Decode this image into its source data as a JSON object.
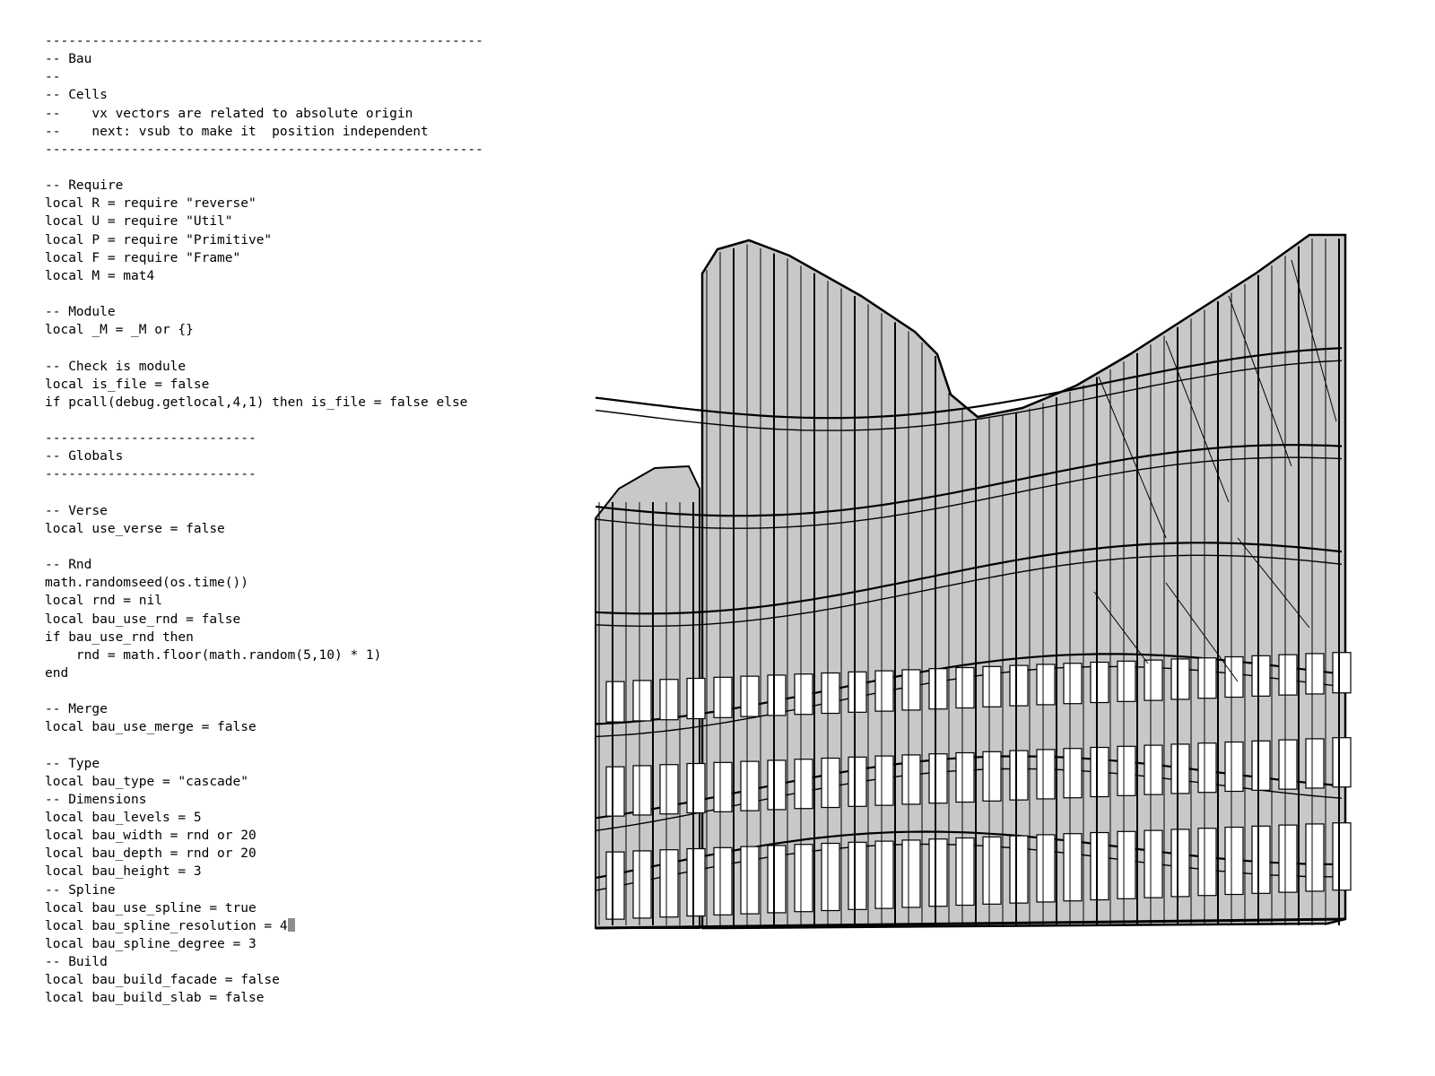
{
  "editor": {
    "lines": [
      "----------------------------------------------------------------------",
      "-- Bau",
      "--",
      "-- Cells",
      "--    vx vectors are related to absolute origin",
      "--    next: vsub to make it  position independent",
      "----------------------------------------------------------------------",
      "",
      "-- Require",
      "local R = require \"reverse\"",
      "local U = require \"Util\"",
      "local P = require \"Primitive\"",
      "local F = require \"Frame\"",
      "local M = mat4",
      "",
      "-- Module",
      "local _M = _M or {}",
      "",
      "-- Check is module",
      "local is_file = false",
      "if pcall(debug.getlocal,4,1) then is_file = false else",
      "",
      "---------------------------",
      "-- Globals",
      "---------------------------",
      "",
      "-- Verse",
      "local use_verse = false",
      "",
      "-- Rnd",
      "math.randomseed(os.time())",
      "local rnd = nil",
      "local bau_use_rnd = false",
      "if bau_use_rnd then",
      "    rnd = math.floor(math.random(5,10) * 1)",
      "end",
      "",
      "-- Merge",
      "local bau_use_merge = false",
      "",
      "-- Type",
      "local bau_type = \"cascade\"",
      "-- Dimensions",
      "local bau_levels = 5",
      "local bau_width = rnd or 20",
      "local bau_depth = rnd or 20",
      "local bau_height = 3",
      "-- Spline",
      "local bau_use_spline = true",
      "local bau_spline_resolution = 4",
      "local bau_spline_degree = 3",
      "-- Build",
      "local bau_build_facade = false",
      "local bau_build_slab = false"
    ],
    "cursor_line": 49
  },
  "viewport": {
    "model_fill": "#c8c8c8",
    "line_color": "#000000",
    "window_color": "#ffffff",
    "levels": 5
  }
}
